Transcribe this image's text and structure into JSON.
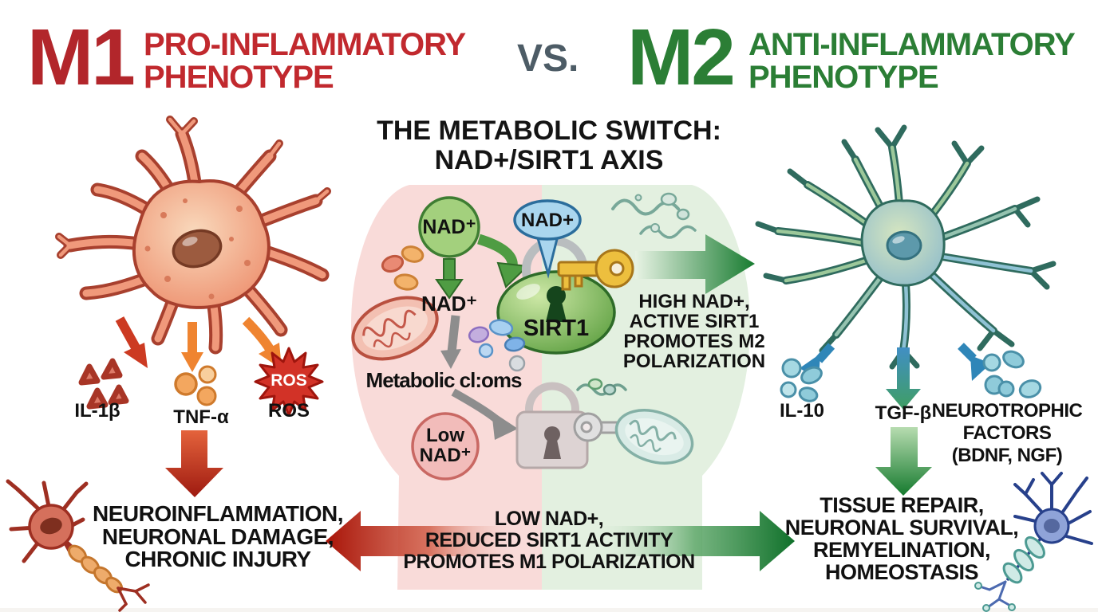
{
  "header": {
    "m1_label": "M1",
    "m1_title_line1": "PRO-INFLAMMATORY",
    "m1_title_line2": "PHENOTYPE",
    "vs_label": "VS.",
    "m2_label": "M2",
    "m2_title_line1": "ANTI-INFLAMMATORY",
    "m2_title_line2": "PHENOTYPE"
  },
  "center_panel": {
    "title_line1": "THE METABOLIC SWITCH:",
    "title_line2": "NAD+/SIRT1 AXIS",
    "nad_source": "NAD⁺",
    "nad_bubble": "NAD+",
    "nad_intermediate": "NAD⁺",
    "sirt1_label": "SIRT1",
    "metabolic_label": "Metabolic cl:oms",
    "low_nad_line1": "Low",
    "low_nad_line2": "NAD⁺",
    "high_nad_line1": "HIGH NAD+,",
    "high_nad_line2": "ACTIVE SIRT1",
    "high_nad_line3": "PROMOTES M2",
    "high_nad_line4": "POLARIZATION",
    "low_band_line1": "LOW NAD+,",
    "low_band_line2": "REDUCED SIRT1 ACTIVITY",
    "low_band_line3": "PROMOTES M1 POLARIZATION"
  },
  "m1_side": {
    "cytokine_1": "IL-1β",
    "cytokine_2": "TNF-α",
    "cytokine_3": "ROS",
    "ros_burst_label": "ROS",
    "outcome_line1": "NEUROINFLAMMATION,",
    "outcome_line2": "NEURONAL DAMAGE,",
    "outcome_line3": "CHRONIC INJURY"
  },
  "m2_side": {
    "cytokine_1": "IL-10",
    "cytokine_2": "TGF-β",
    "factor_line1": "NEUROTROPHIC",
    "factor_line2": "FACTORS",
    "factor_line3": "(BDNF, NGF)",
    "outcome_line1": "TISSUE REPAIR,",
    "outcome_line2": "NEURONAL SURVIVAL,",
    "outcome_line3": "REMYELINATION,",
    "outcome_line4": "HOMEOSTASIS"
  },
  "colors": {
    "m1_red": "#b2262b",
    "m1_title_red": "#c1292e",
    "vs_gray": "#4d5c66",
    "m2_green": "#2b7e35",
    "panel_pink": "#f9dbd9",
    "panel_green": "#e3f0e0",
    "sirt1_green": "#71ad4d",
    "gold_key": "#edbf3e",
    "ros_red": "#d23227",
    "text_black": "#111111"
  }
}
